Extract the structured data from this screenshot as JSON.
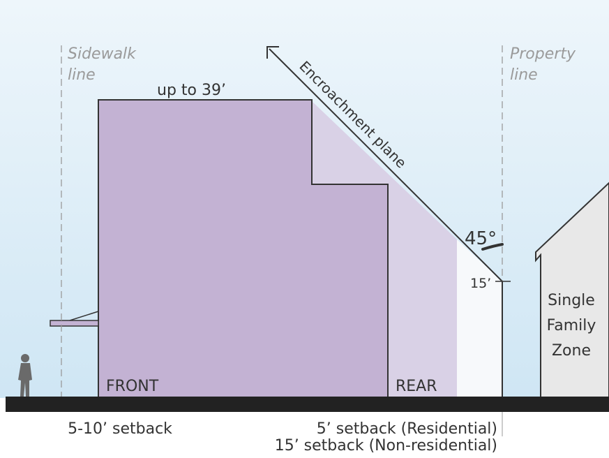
{
  "labels": {
    "sidewalk_line": [
      "Sidewalk",
      "line"
    ],
    "property_line": [
      "Property",
      "line"
    ],
    "height": "up to 39’",
    "plane": "Encroachment plane",
    "angle": "45°",
    "plane_start_height": "15’",
    "front": "FRONT",
    "rear": "REAR",
    "zone": [
      "Single",
      "Family",
      "Zone"
    ],
    "front_setback": "5-10’ setback",
    "rear_setback_residential": "5’ setback (Residential)",
    "rear_setback_nonresidential": "15’ setback (Non-residential)"
  },
  "colors": {
    "sky_top": "#eef6fb",
    "sky_bottom": "#cfe6f4",
    "building": "#c3b2d3",
    "envelope": "#d9d1e6",
    "ground": "#222222",
    "house": "#e8e8e8",
    "line": "#333333",
    "guide": "#9a9a9a"
  }
}
